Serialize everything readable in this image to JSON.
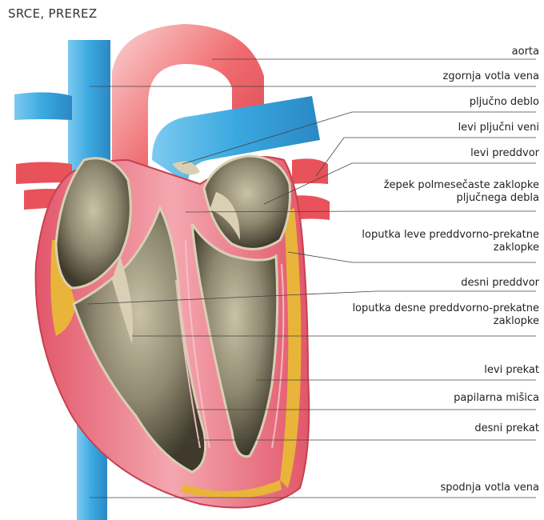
{
  "title": "SRCE, PREREZ",
  "labels": [
    {
      "id": "aorta",
      "lines": [
        "aorta"
      ]
    },
    {
      "id": "zgornja-votla-vena",
      "lines": [
        "zgornja votla vena"
      ]
    },
    {
      "id": "pljucno-deblo",
      "lines": [
        "pljučno deblo"
      ]
    },
    {
      "id": "levi-pljucni-veni",
      "lines": [
        "levi pljučni veni"
      ]
    },
    {
      "id": "levi-preddvor",
      "lines": [
        "levi preddvor"
      ]
    },
    {
      "id": "zepek",
      "lines": [
        "žepek polmesečaste zaklopke",
        "pljučnega debla"
      ]
    },
    {
      "id": "loputka-leve",
      "lines": [
        "loputka leve preddvorno-prekatne",
        "zaklopke"
      ]
    },
    {
      "id": "desni-preddvor",
      "lines": [
        "desni preddvor"
      ]
    },
    {
      "id": "loputka-desne",
      "lines": [
        "loputka desne preddvorno-prekatne",
        "zaklopke"
      ]
    },
    {
      "id": "levi-prekat",
      "lines": [
        "levi prekat"
      ]
    },
    {
      "id": "papilarna-misica",
      "lines": [
        "papilarna mišica"
      ]
    },
    {
      "id": "desni-prekat",
      "lines": [
        "desni prekat"
      ]
    },
    {
      "id": "spodnja-votla-vena",
      "lines": [
        "spodnja votla vena"
      ]
    }
  ],
  "colors": {
    "vein_blue": "#3aa8e0",
    "artery_red": "#e8525a",
    "muscle_pink": "#e46a7a",
    "chamber": "#8a8470",
    "fat_yellow": "#e8b43a"
  }
}
